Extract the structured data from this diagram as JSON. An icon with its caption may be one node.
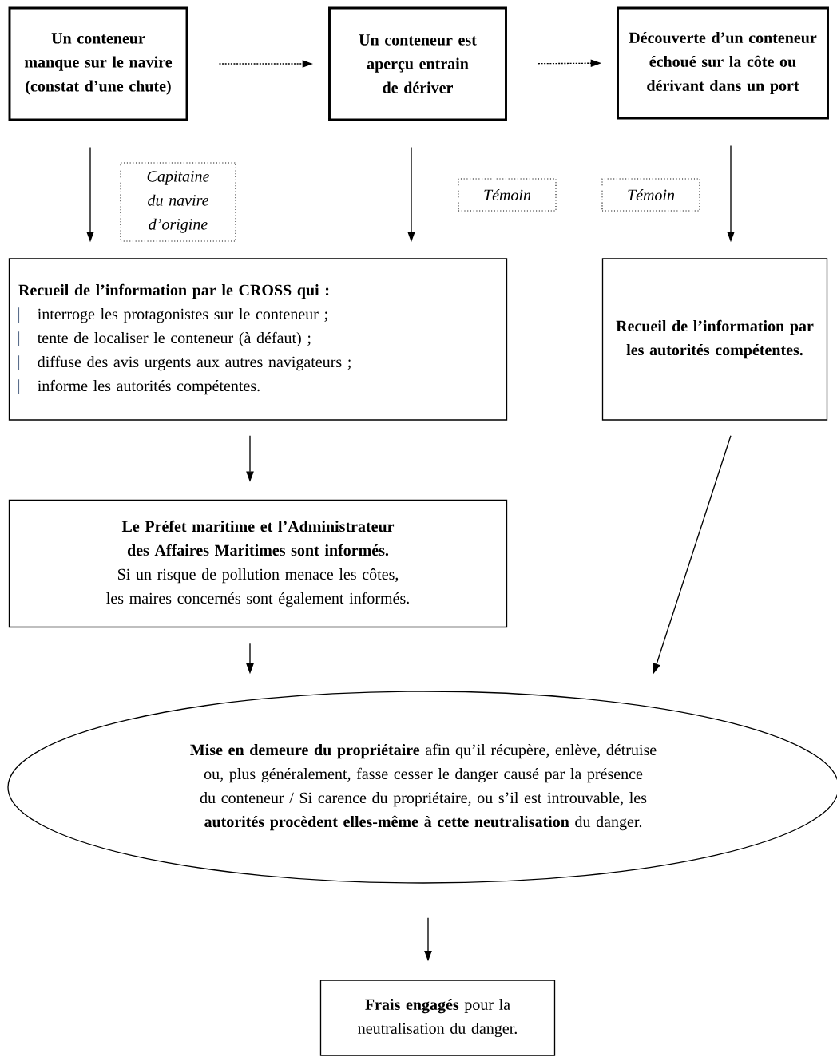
{
  "diagram": {
    "nodes": [
      {
        "text": [
          "Un conteneur manque sur le navire (constat d’une chute)"
        ]
      },
      {
        "text": [
          "Un conteneur est aperçu entrain de dériver"
        ]
      },
      {
        "text": [
          "Découverte d’un conteneur échoué sur la côte ou dérivant dans un port"
        ]
      },
      {
        "text": [
          "Capitaine du navire d’origine"
        ]
      },
      {
        "text": [
          "Témoin"
        ]
      },
      {
        "text": [
          "Témoin"
        ]
      },
      {
        "text": [
          "Recueil de l’information par le CROSS qui :",
          "interroge les protagonistes sur le conteneur ;",
          "tente de localiser le conteneur (à défaut) ;",
          "diffuse des avis urgents aux autres navigateurs ;",
          "informe les autorités compétentes."
        ]
      },
      {
        "text": [
          "Recueil de l’information par les autorités compétentes."
        ]
      },
      {
        "text": [
          "Le Préfet maritime et l’Administrateur des Affaires Maritimes sont informés.",
          "Si un risque de pollution menace les côtes, les maires concernés sont également informés."
        ]
      },
      {
        "text": [
          "**Mise en demeure du propriétaire** afin qu’il récupère, enlève, détruise ou, plus généralement, fasse cesser le danger causé par la présence du conteneur / Si carence du propriétaire, ou s’il est introuvable, les **autorités procèdent elles-même à cette neutralisation** du danger."
        ]
      },
      {
        "text": [
          "**Frais engagés** pour la neutralisation du danger."
        ]
      }
    ],
    "edges": [
      {
        "from": 0,
        "to": 1,
        "arrow": "to",
        "style": "dashed"
      },
      {
        "from": 1,
        "to": 2,
        "arrow": "to",
        "style": "dashed"
      },
      {
        "from": 0,
        "to": 6,
        "arrow": "to"
      },
      {
        "from": 1,
        "to": 6,
        "arrow": "to"
      },
      {
        "from": 2,
        "to": 7,
        "arrow": "to"
      },
      {
        "from": 6,
        "to": 8,
        "arrow": "to"
      },
      {
        "from": 8,
        "to": 9,
        "arrow": "to"
      },
      {
        "from": 7,
        "to": 9,
        "arrow": "to"
      },
      {
        "from": 9,
        "to": 10,
        "arrow": "to"
      }
    ]
  }
}
